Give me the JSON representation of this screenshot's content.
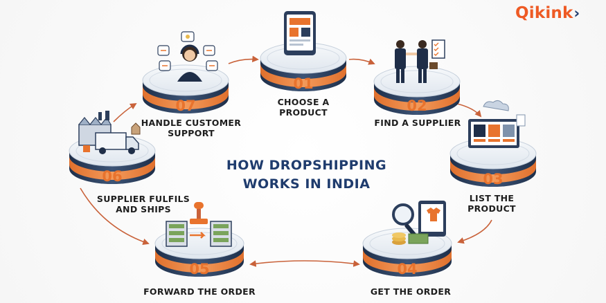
{
  "logo": {
    "text": "Qikink",
    "mark": "›"
  },
  "title": "HOW DROPSHIPPING\nWORKS IN INDIA",
  "steps": [
    {
      "number": "01",
      "label": "CHOOSE A\nPRODUCT",
      "icon": "tablet-product-icon"
    },
    {
      "number": "02",
      "label": "FIND A SUPPLIER",
      "icon": "handshake-icon"
    },
    {
      "number": "03",
      "label": "LIST THE\nPRODUCT",
      "icon": "online-store-icon"
    },
    {
      "number": "04",
      "label": "GET THE ORDER",
      "icon": "order-magnifier-icon"
    },
    {
      "number": "05",
      "label": "FORWARD THE ORDER",
      "icon": "order-forward-icon"
    },
    {
      "number": "06",
      "label": "SUPPLIER FULFILS\nAND SHIPS",
      "icon": "warehouse-truck-icon"
    },
    {
      "number": "07",
      "label": "HANDLE CUSTOMER\nSUPPORT",
      "icon": "customer-support-icon"
    }
  ],
  "colors": {
    "accent": "#e8732d",
    "number": "#e8732d",
    "title": "#1f3c6e",
    "arrow": "#c9623a",
    "disc_top": "#e9eef4",
    "disc_side": "#2c3e5c"
  }
}
